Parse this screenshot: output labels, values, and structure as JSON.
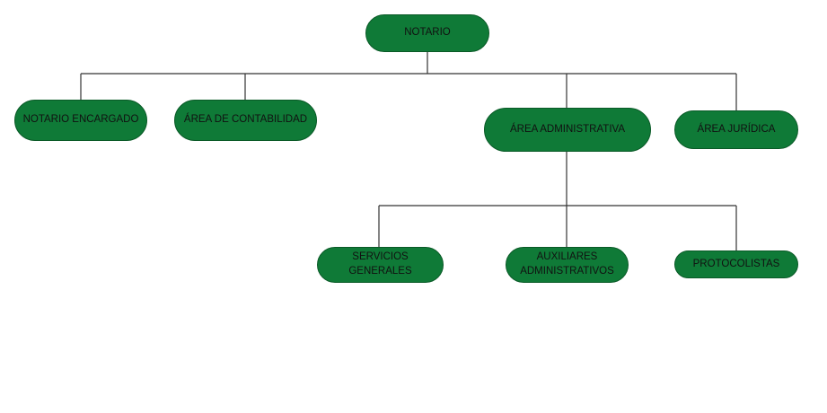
{
  "diagram": {
    "root": {
      "label": "NOTARIO"
    },
    "level1": [
      {
        "label": "NOTARIO ENCARGADO"
      },
      {
        "label": "ÁREA DE CONTABILIDAD"
      },
      {
        "label": "ÁREA ADMINISTRATIVA"
      },
      {
        "label": "ÁREA JURÍDICA"
      }
    ],
    "level2": [
      {
        "label": "SERVICIOS GENERALES"
      },
      {
        "label": "AUXILIARES\nADMINISTRATIVOS"
      },
      {
        "label": "PROTOCOLISTAS"
      }
    ],
    "colors": {
      "node_fill": "#0f7a37",
      "connector": "#333333",
      "text": "#111111"
    }
  }
}
